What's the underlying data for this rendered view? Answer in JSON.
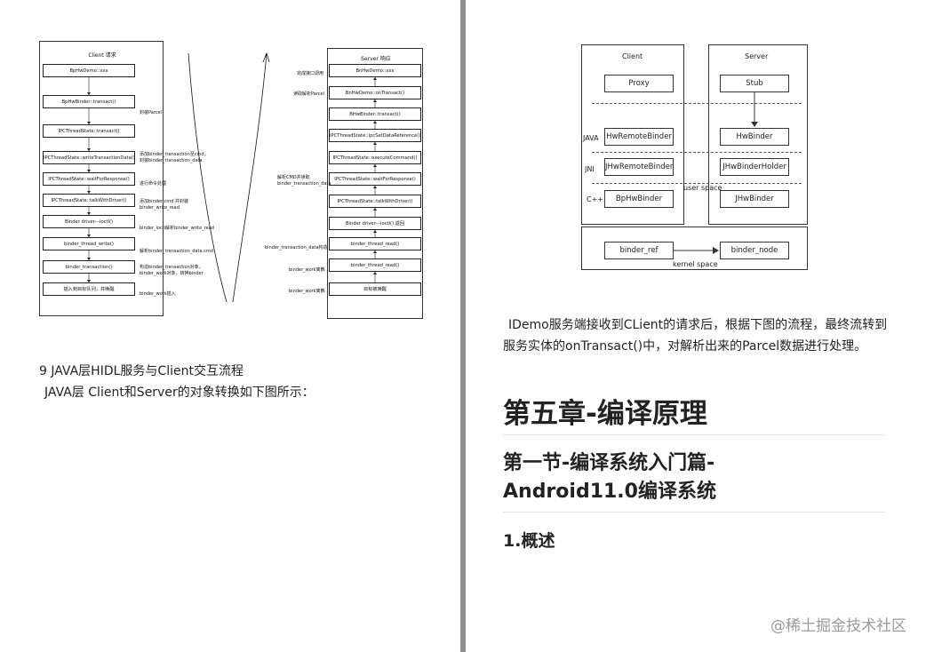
{
  "left_page": {
    "client_diagram": {
      "title": "Client 请求",
      "boxes": [
        "BpHwDemo::xxx",
        "BpHwBinder::transact()",
        "IPCThreadState::transact()",
        "IPCThreadState::writeTransactionData()",
        "IPCThreadState::waitForResponse()",
        "IPCThreadState::talkWithDriver()",
        "Binder driver---ioctl()",
        "binder_thread_write()",
        "binder_transaction()",
        "插入到目标队列，并唤醒"
      ],
      "annotations": [
        "封装Parcel",
        "添加binder_transaction至cmd，",
        "封装binder_transaction_data",
        "进行命令处理",
        "添加binder cmd 并封装",
        "binder_write_read",
        "binder_ioctl解析binder_write_read",
        "解析binder_transaction_data.cmd",
        "构造binder_transaction对象，",
        "binder_work对象，转换binder",
        "binder_work插入"
      ]
    },
    "server_diagram": {
      "title": "Server 响应",
      "boxes": [
        "BnHwDemo::xxx",
        "BnHwDemo::onTransact()",
        "BHwBinder::transact()",
        "IPCThreadState::ipcSetDataReference()",
        "IPCThreadState::executeCommand()",
        "IPCThreadState::waitForResponse()",
        "IPCThreadState::talkWithDriver()",
        "Binder driver---ioctl() 返回",
        "binder_thread_read()",
        "binder_thread_read()",
        "目标被唤醒"
      ],
      "annotations": [
        "完成接口调用",
        "读取解析Parcel",
        "解析CMD并读取",
        "binder_transaction_data",
        "binder_transaction_data构造",
        "binder_work离散",
        "binder_work离散"
      ]
    },
    "section_title": "9 JAVA层HIDL服务与Client交互流程",
    "section_text": "JAVA层 Client和Server的对象转换如下图所示："
  },
  "right_page": {
    "diagram": {
      "client_label": "Client",
      "server_label": "Server",
      "layers": [
        "JAVA",
        "JNI",
        "C++"
      ],
      "client_boxes": [
        "Proxy",
        "HwRemoteBinder",
        "JHwRemoteBinder",
        "BpHwBinder"
      ],
      "server_boxes": [
        "Stub",
        "HwBinder",
        "JHwBinderHolder",
        "JHwBinder"
      ],
      "user_space": "user space",
      "kernel_space": "kernel space",
      "kernel_boxes": [
        "binder_ref",
        "binder_node"
      ]
    },
    "paragraph": "IDemo服务端接收到CLient的请求后，根据下图的流程，最终流转到服务实体的onTransact()中，对解析出来的Parcel数据进行处理。",
    "chapter_title": "第五章-编译原理",
    "section_title": "第一节-编译系统入门篇-Android11.0编译系统",
    "subsection_title": "1.概述",
    "watermark": "@稀土掘金技术社区"
  }
}
